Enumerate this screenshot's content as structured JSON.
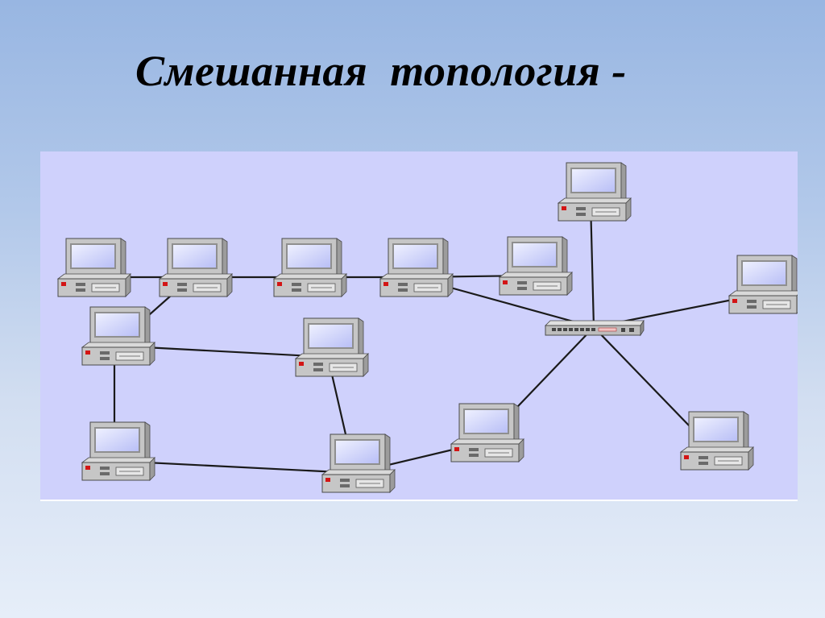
{
  "slide": {
    "title": "Смешанная  топология -"
  },
  "diagram": {
    "type": "mixed-network-topology",
    "colors": {
      "background": "#cfd1fc",
      "computer_case": "#c6c6c6",
      "screen": "#d7dcff",
      "link": "#1a1a1a",
      "led": "#d31515"
    },
    "nodes": [
      {
        "id": "pc-top-1"
      },
      {
        "id": "pc-top-2"
      },
      {
        "id": "pc-top-3"
      },
      {
        "id": "pc-top-4"
      },
      {
        "id": "pc-top-5"
      },
      {
        "id": "pc-ring-1"
      },
      {
        "id": "pc-ring-2"
      },
      {
        "id": "pc-ring-3"
      },
      {
        "id": "pc-ring-4"
      },
      {
        "id": "pc-star-top"
      },
      {
        "id": "pc-star-right"
      },
      {
        "id": "pc-star-bottom-right"
      },
      {
        "id": "pc-star-bottom-left"
      },
      {
        "id": "hub",
        "kind": "hub"
      }
    ],
    "links": [
      [
        "pc-top-1",
        "pc-top-2"
      ],
      [
        "pc-top-2",
        "pc-top-3"
      ],
      [
        "pc-top-3",
        "pc-top-4"
      ],
      [
        "pc-top-4",
        "pc-top-5"
      ],
      [
        "pc-top-4",
        "hub"
      ],
      [
        "pc-top-2",
        "pc-ring-1"
      ],
      [
        "pc-ring-1",
        "pc-ring-2"
      ],
      [
        "pc-ring-1",
        "pc-ring-3"
      ],
      [
        "pc-ring-2",
        "pc-ring-4"
      ],
      [
        "pc-ring-3",
        "pc-ring-4"
      ],
      [
        "pc-ring-4",
        "pc-star-bottom-left"
      ],
      [
        "pc-star-bottom-left",
        "hub"
      ],
      [
        "hub",
        "pc-star-top"
      ],
      [
        "hub",
        "pc-star-right"
      ],
      [
        "hub",
        "pc-star-bottom-right"
      ]
    ]
  }
}
